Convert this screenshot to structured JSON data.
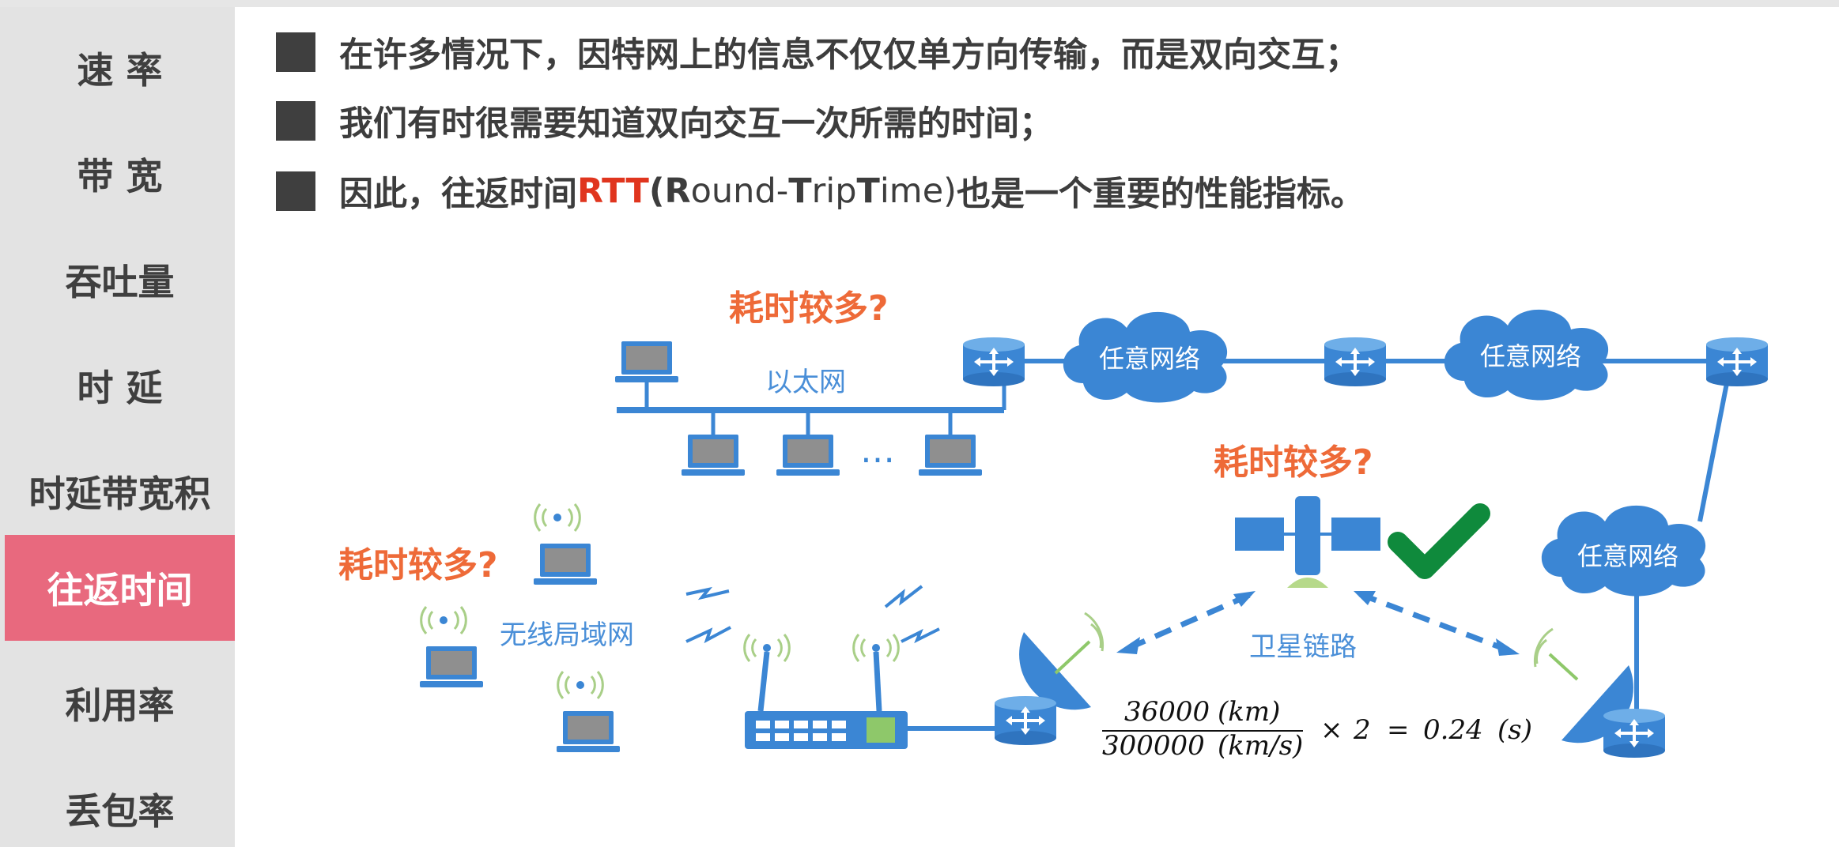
{
  "sidebar": {
    "items": [
      {
        "label": "速 率"
      },
      {
        "label": "带 宽"
      },
      {
        "label": "吞吐量"
      },
      {
        "label": "时 延"
      },
      {
        "label": "时延带宽积"
      },
      {
        "label": "往返时间",
        "active": true
      },
      {
        "label": "利用率"
      },
      {
        "label": "丢包率"
      }
    ]
  },
  "bullets": {
    "b1": "在许多情况下，因特网上的信息不仅仅单方向传输，而是双向交互；",
    "b2": "我们有时很需要知道双向交互一次所需的时间；",
    "b3_prefix": "因此，往返时间",
    "b3_rtt": "RTT",
    "b3_open": "(",
    "b3_R": "R",
    "b3_ound": "ound-",
    "b3_T1": "T",
    "b3_rip": "rip ",
    "b3_T2": "T",
    "b3_ime": "ime)",
    "b3_suffix": "也是一个重要的性能指标。"
  },
  "diagram": {
    "ethernet_label": "以太网",
    "wlan_label": "无线局域网",
    "satellite_label": "卫星链路",
    "cloud_label": "任意网络",
    "warn_ethernet": "耗时较多?",
    "warn_wlan": "耗时较多?",
    "warn_satellite": "耗时较多?",
    "ellipsis": "…",
    "formula": {
      "num_value": "36000",
      "num_unit": "(km)",
      "den_value": "300000",
      "den_unit": "(km/s)",
      "times": "×",
      "two": "2",
      "equals": "=",
      "result": "0.24",
      "result_unit": "(s)"
    }
  },
  "colors": {
    "active_nav": "#e8697e",
    "device_blue": "#3b86d4",
    "label_blue": "#4a8fd8",
    "warning_orange": "#ee6a38",
    "check_green": "#0f8a3c",
    "rtt_red": "#e0351e"
  }
}
